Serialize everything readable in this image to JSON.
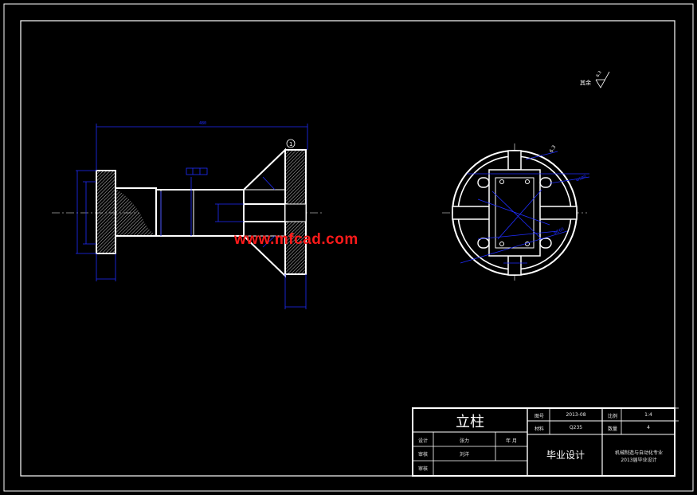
{
  "drawing": {
    "roughness_symbol": {
      "label": "其余",
      "value": "6.3"
    },
    "part_marker": "1",
    "watermark": "www.mfcad.com"
  },
  "title_block": {
    "part_name": "立柱",
    "design_type": "毕业设计",
    "school_info": [
      "机械制造与自动化专业",
      "2013届毕业设计"
    ],
    "fields": {
      "drawing_no_label": "图号",
      "drawing_no_value": "2013-08",
      "scale_label": "比例",
      "scale_value": "1:4",
      "material_label": "材料",
      "material_value": "Q235",
      "qty_label": "数量",
      "qty_value": "4",
      "designer_label": "设计",
      "designer_name": "张力",
      "checker_label": "审核",
      "checker_name": "刘洋",
      "date_label": "年 月",
      "review_label": "审核"
    }
  },
  "colors": {
    "line": "#ffffff",
    "dimension": "#1f2dff",
    "hatch": "#a7a7a7",
    "watermark": "#ff1a1a"
  }
}
